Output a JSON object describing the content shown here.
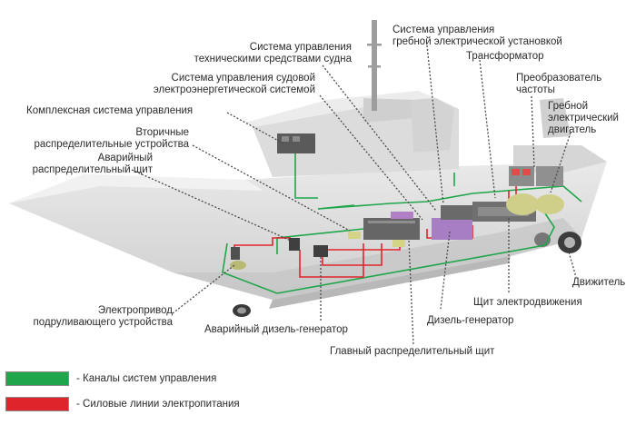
{
  "labels": {
    "upr_ustanovka": [
      "Система управления",
      "гребной электрической установкой"
    ],
    "upr_tehn": [
      "Система управления",
      "техническими средствами судна"
    ],
    "transformator": [
      "Трансформатор"
    ],
    "preobrazovatel": [
      "Преобразователь",
      "частоты"
    ],
    "upr_energo": [
      "Система управления судовой",
      "электроэнергетической системой"
    ],
    "grebnoi": [
      "Гребной",
      "электрический",
      "двигатель"
    ],
    "kompleks": [
      "Комплексная система управления"
    ],
    "vtorichnye": [
      "Вторичные",
      "распределительные устройства"
    ],
    "avar_shit": [
      "Аварийный",
      "распределительный щит"
    ],
    "dvizhitel": [
      "Движитель"
    ],
    "shit_dvizh": [
      "Щит электродвижения"
    ],
    "elektroprivod": [
      "Электропривод",
      "подруливающего устройства"
    ],
    "dizel_gen": [
      "Дизель-генератор"
    ],
    "avar_dizel": [
      "Аварийный дизель-генератор"
    ],
    "glavnyi": [
      "Главный распределительный щит"
    ]
  },
  "legend": [
    {
      "text": "- Каналы систем управления",
      "color": "#1fa64a"
    },
    {
      "text": "- Силовые линии электропитания",
      "color": "#e0242c"
    }
  ]
}
